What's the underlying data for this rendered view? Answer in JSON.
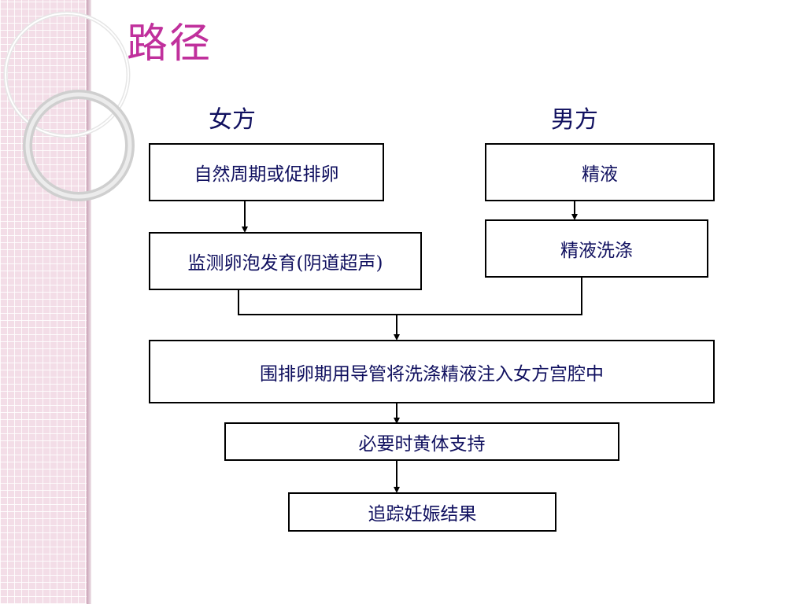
{
  "slide": {
    "title": "路径",
    "female_label": "女方",
    "male_label": "男方"
  },
  "flow": {
    "female_step1": "自然周期或促排卵",
    "female_step2": "监测卵泡发育(阴道超声)",
    "male_step1": "精液",
    "male_step2": "精液洗涤",
    "merged_step1": "围排卵期用导管将洗涤精液注入女方宫腔中",
    "merged_step2": "必要时黄体支持",
    "merged_step3": "追踪妊娠结果"
  },
  "colors": {
    "title": "#c0309c",
    "text": "#10105f",
    "lines": "#000000"
  }
}
